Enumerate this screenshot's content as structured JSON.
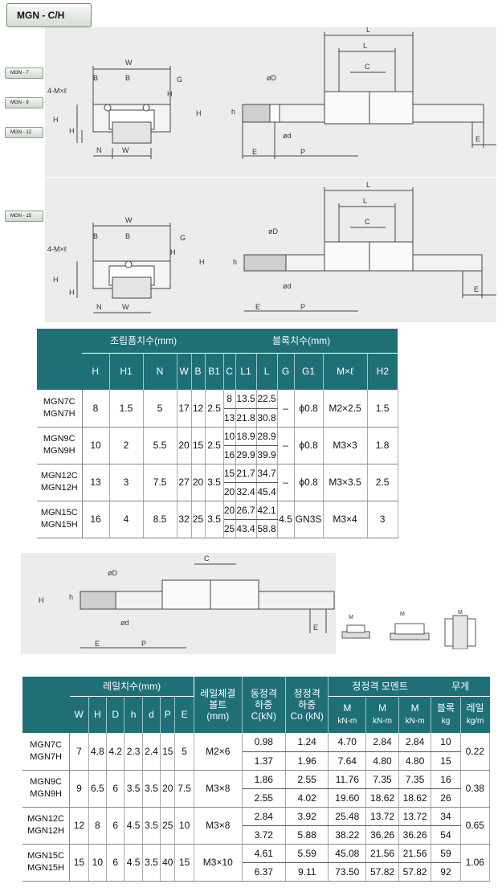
{
  "title": "MGN - C/H",
  "model_tabs": [
    "MGN - 7",
    "MGN - 9",
    "MGN - 12",
    "MGN - 15"
  ],
  "drawing": {
    "W": "W",
    "B1": "B",
    "B": "B",
    "Gn": "G",
    "H2": "H",
    "M": "4-M×ℓ",
    "H": "H",
    "H1": "H",
    "N": "N",
    "WR": "W",
    "L": "L",
    "L1": "L",
    "C": "C",
    "D": "øD",
    "d": "ød",
    "h": "h",
    "HR": "H",
    "E": "E",
    "P": "P",
    "mo": "M",
    "mx": "M",
    "my": "M"
  },
  "table1": {
    "group_assembly": "조립품치수(mm)",
    "group_block": "블록치수(mm)",
    "cols": [
      "H",
      "H1",
      "N",
      "W",
      "B",
      "B1",
      "C",
      "L1",
      "L",
      "G",
      "G1",
      "M×ℓ",
      "H2"
    ],
    "rows": [
      {
        "m1": "MGN7C",
        "m2": "MGN7H",
        "H": "8",
        "H1": "1.5",
        "N": "5",
        "W": "17",
        "B": "12",
        "B1": "2.5",
        "C": [
          "8",
          "13"
        ],
        "L1": [
          "13.5",
          "21.8"
        ],
        "L": [
          "22.5",
          "30.8"
        ],
        "G": "–",
        "G1": "ϕ0.8",
        "M": "M2×2.5",
        "H2": "1.5"
      },
      {
        "m1": "MGN9C",
        "m2": "MGN9H",
        "H": "10",
        "H1": "2",
        "N": "5.5",
        "W": "20",
        "B": "15",
        "B1": "2.5",
        "C": [
          "10",
          "16"
        ],
        "L1": [
          "18.9",
          "29.9"
        ],
        "L": [
          "28.9",
          "39.9"
        ],
        "G": "–",
        "G1": "ϕ0.8",
        "M": "M3×3",
        "H2": "1.8"
      },
      {
        "m1": "MGN12C",
        "m2": "MGN12H",
        "H": "13",
        "H1": "3",
        "N": "7.5",
        "W": "27",
        "B": "20",
        "B1": "3.5",
        "C": [
          "15",
          "20"
        ],
        "L1": [
          "21.7",
          "32.4"
        ],
        "L": [
          "34.7",
          "45.4"
        ],
        "G": "–",
        "G1": "ϕ0.8",
        "M": "M3×3.5",
        "H2": "2.5"
      },
      {
        "m1": "MGN15C",
        "m2": "MGN15H",
        "H": "16",
        "H1": "4",
        "N": "8.5",
        "W": "32",
        "B": "25",
        "B1": "3.5",
        "C": [
          "20",
          "25"
        ],
        "L1": [
          "26.7",
          "43.4"
        ],
        "L": [
          "42.1",
          "58.8"
        ],
        "G": "4.5",
        "G1": "GN3S",
        "M": "M3×4",
        "H2": "3"
      }
    ]
  },
  "table2": {
    "group_rail": "레일치수(mm)",
    "bolt": [
      "레일체결",
      "볼트",
      "(mm)"
    ],
    "dyn": [
      "동정격",
      "하중",
      "C(kN)"
    ],
    "sta": [
      "정정격",
      "하중",
      "Co (kN)"
    ],
    "group_moment": "정정격 모멘트",
    "group_weight": "무게",
    "mo": "M",
    "mx": "M",
    "my": "M",
    "kn": "kN-m",
    "block": "블록",
    "rail": "레일",
    "kg": "kg",
    "kgm": "kg/m",
    "cols": [
      "W",
      "H",
      "D",
      "h",
      "d",
      "P",
      "E"
    ],
    "rows": [
      {
        "m1": "MGN7C",
        "m2": "MGN7H",
        "WR": "7",
        "HR": "4.8",
        "D": "4.2",
        "h": "2.3",
        "d": "2.4",
        "P": "15",
        "E": "5",
        "bolt": "M2×6",
        "C": [
          "0.98",
          "1.37"
        ],
        "C0": [
          "1.24",
          "1.96"
        ],
        "MO": [
          "4.70",
          "7.64"
        ],
        "MX": [
          "2.84",
          "4.80"
        ],
        "MY": [
          "2.84",
          "4.80"
        ],
        "blk": [
          "10",
          "15"
        ],
        "rail": "0.22"
      },
      {
        "m1": "MGN9C",
        "m2": "MGN9H",
        "WR": "9",
        "HR": "6.5",
        "D": "6",
        "h": "3.5",
        "d": "3.5",
        "P": "20",
        "E": "7.5",
        "bolt": "M3×8",
        "C": [
          "1.86",
          "2.55"
        ],
        "C0": [
          "2.55",
          "4.02"
        ],
        "MO": [
          "11.76",
          "19.60"
        ],
        "MX": [
          "7.35",
          "18.62"
        ],
        "MY": [
          "7.35",
          "18.62"
        ],
        "blk": [
          "16",
          "26"
        ],
        "rail": "0.38"
      },
      {
        "m1": "MGN12C",
        "m2": "MGN12H",
        "WR": "12",
        "HR": "8",
        "D": "6",
        "h": "4.5",
        "d": "3.5",
        "P": "25",
        "E": "10",
        "bolt": "M3×8",
        "C": [
          "2.84",
          "3.72"
        ],
        "C0": [
          "3.92",
          "5.88"
        ],
        "MO": [
          "25.48",
          "38.22"
        ],
        "MX": [
          "13.72",
          "36.26"
        ],
        "MY": [
          "13.72",
          "36.26"
        ],
        "blk": [
          "34",
          "54"
        ],
        "rail": "0.65"
      },
      {
        "m1": "MGN15C",
        "m2": "MGN15H",
        "WR": "15",
        "HR": "10",
        "D": "6",
        "h": "4.5",
        "d": "3.5",
        "P": "40",
        "E": "15",
        "bolt": "M3×10",
        "C": [
          "4.61",
          "6.37"
        ],
        "C0": [
          "5.59",
          "9.11"
        ],
        "MO": [
          "45.08",
          "73.50"
        ],
        "MX": [
          "21.56",
          "57.82"
        ],
        "MY": [
          "21.56",
          "57.82"
        ],
        "blk": [
          "59",
          "92"
        ],
        "rail": "1.06"
      }
    ]
  }
}
